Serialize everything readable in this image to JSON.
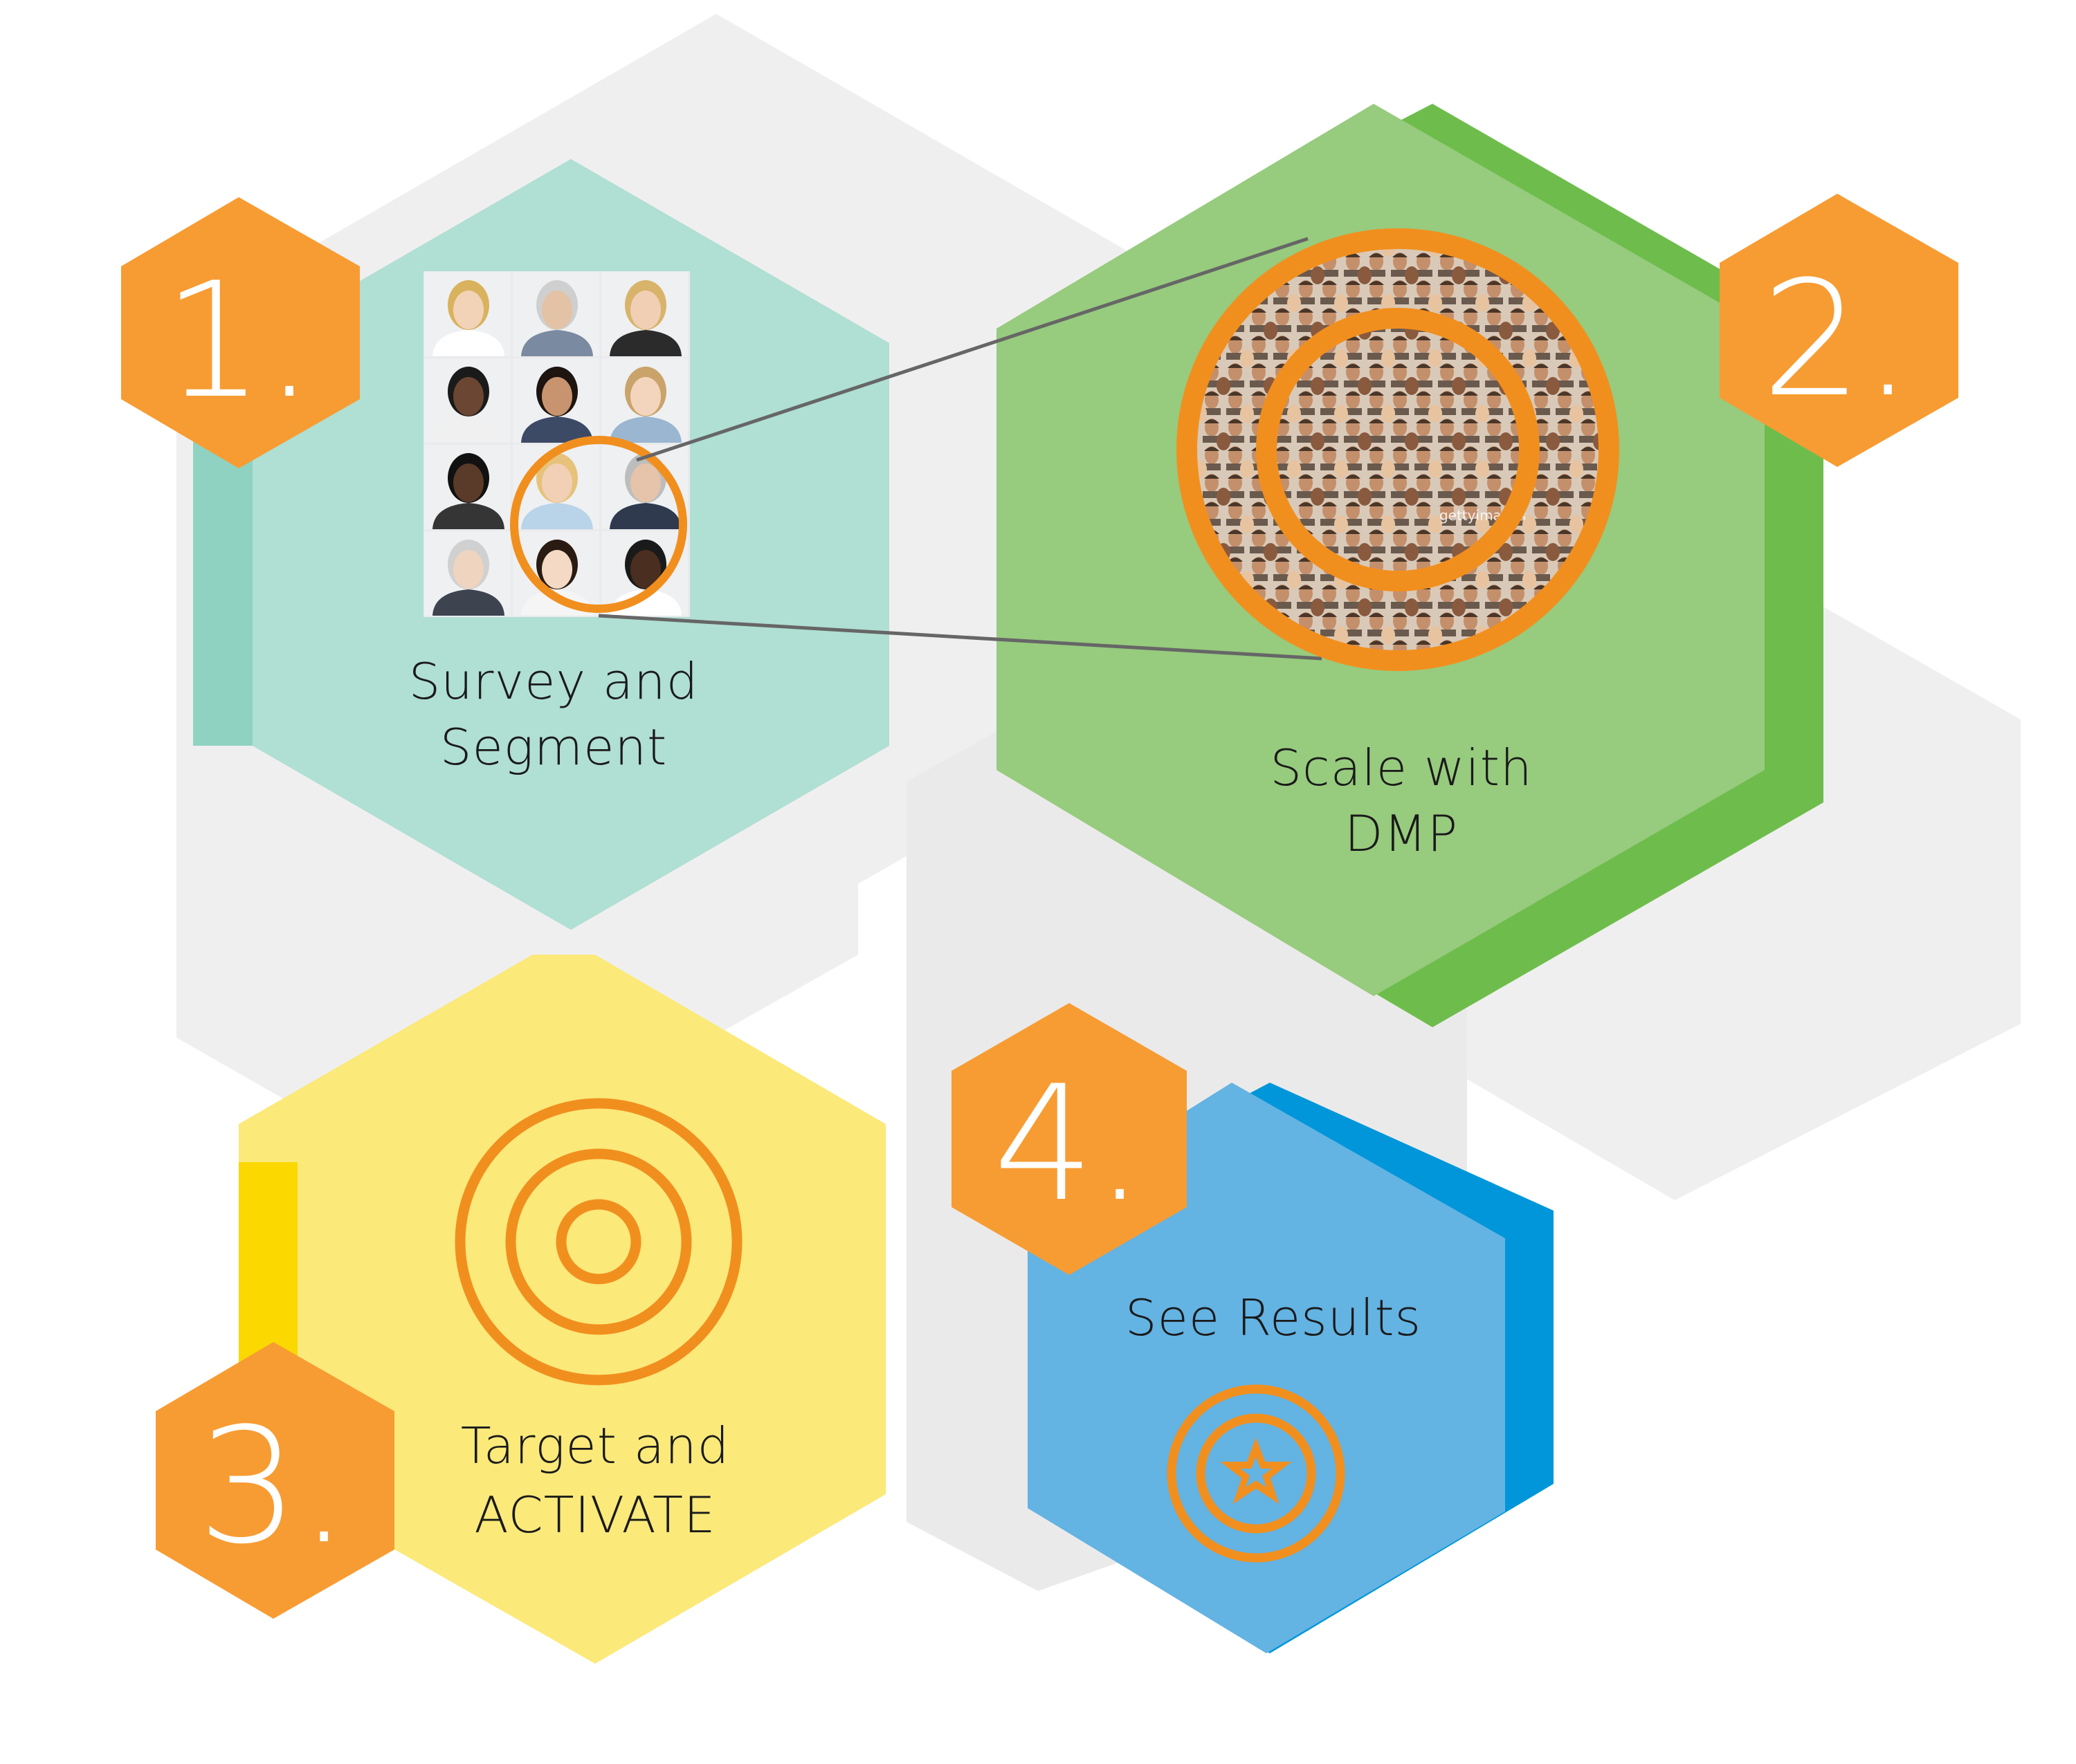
{
  "steps": [
    {
      "number": "1.",
      "line1": "Survey and",
      "line2": "Segment"
    },
    {
      "number": "2.",
      "line1": "Scale with",
      "line2": "DMP"
    },
    {
      "number": "3.",
      "line1": "Target and",
      "line2": "ACTIVATE"
    },
    {
      "number": "4.",
      "line1": "See Results",
      "line2": ""
    }
  ],
  "photo_watermark": "gettyimages",
  "colors": {
    "background_hex": "#f0efef",
    "step1_light": "#b0dfd3",
    "step1_dark": "#8fd2c1",
    "step2_light": "#97cb7e",
    "step2_dark": "#6ebd4c",
    "step3_light": "#fbe97a",
    "step3_dark": "#fbd800",
    "step4_light": "#63b3e3",
    "step4_dark": "#0096d9",
    "badge_orange": "#f79c33",
    "ring_orange": "#f18f1e"
  },
  "icons": [
    "people-grid-photo",
    "crowd-mosaic-photo",
    "target-icon",
    "star-medal-icon"
  ]
}
